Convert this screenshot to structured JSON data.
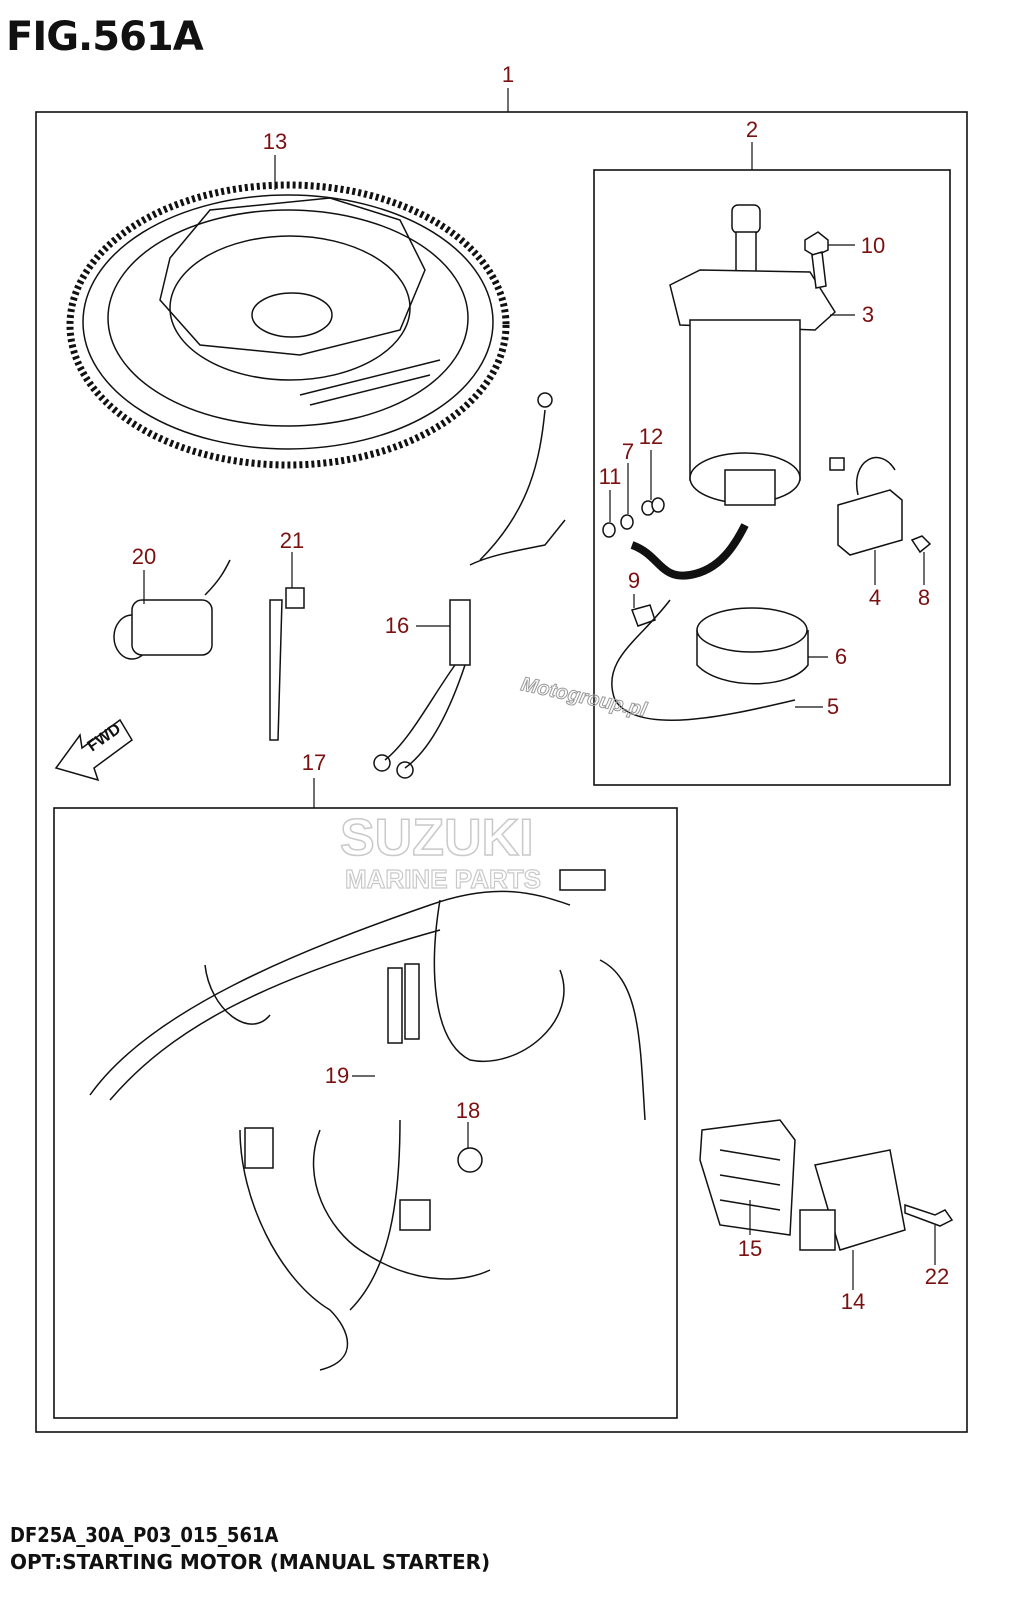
{
  "figure": {
    "title": "FIG.561A",
    "code": "DF25A_30A_P03_015_561A",
    "description": "OPT:STARTING MOTOR (MANUAL STARTER)"
  },
  "direction_label": "FWD",
  "watermarks": {
    "logo": "SUZUKI",
    "logo_sub": "MARINE PARTS",
    "site": "Motogroup.pl"
  },
  "callouts": [
    "1",
    "2",
    "3",
    "4",
    "5",
    "6",
    "7",
    "8",
    "9",
    "10",
    "11",
    "12",
    "13",
    "14",
    "15",
    "16",
    "17",
    "18",
    "19",
    "20",
    "21",
    "22"
  ],
  "colors": {
    "callout": "#7a1010",
    "line": "#111111"
  }
}
